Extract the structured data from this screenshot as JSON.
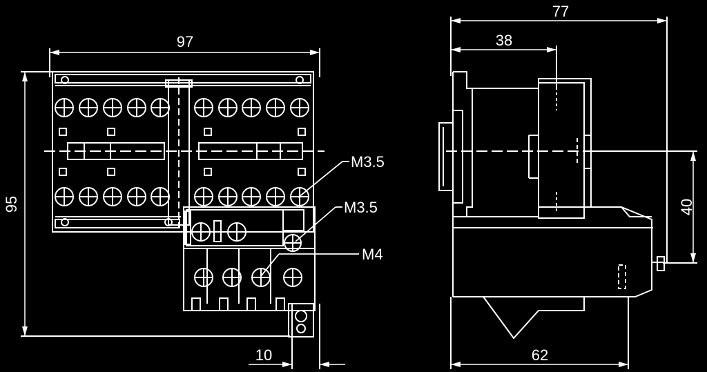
{
  "dimensions": {
    "front_width": "97",
    "front_height": "95",
    "offset_bottom": "10",
    "side_depth": "77",
    "side_rail": "38",
    "side_center_height": "40",
    "side_bottom": "62"
  },
  "callouts": {
    "screw_upper": "M3.5",
    "screw_lower": "M3.5",
    "screw_relay": "M4"
  },
  "colors": {
    "background": "#000000",
    "line": "#ffffff"
  }
}
